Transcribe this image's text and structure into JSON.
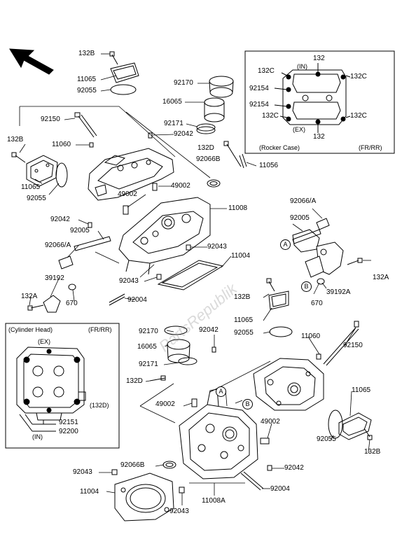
{
  "labels": {
    "l_132B_top": "132B",
    "l_11065_top": "11065",
    "l_92055_top": "92055",
    "l_92170_top": "92170",
    "l_16065_top": "16065",
    "l_92171_top": "92171",
    "l_92042_top": "92042",
    "l_92150_top": "92150",
    "l_132B_left": "132B",
    "l_11060_top": "11060",
    "l_11065_left": "11065",
    "l_92055_left": "92055",
    "l_132D_top": "132D",
    "l_92066B_top": "92066B",
    "l_11056": "11056",
    "l_49002_a": "49002",
    "l_49002_b": "49002",
    "l_11008": "11008",
    "l_92042_mid": "92042",
    "l_92005_left": "92005",
    "l_92066A_left": "92066/A",
    "l_92043_mid": "92043",
    "l_11004_mid": "11004",
    "l_39192": "39192",
    "l_132A_left": "132A",
    "l_670_left": "670",
    "l_92043_low": "92043",
    "l_92004_mid": "92004",
    "l_92066A_right": "92066/A",
    "l_92005_right": "92005",
    "l_132A_right": "132A",
    "l_39192A": "39192A",
    "l_670_right": "670",
    "l_132B_right": "132B",
    "l_11065_right": "11065",
    "l_92055_right": "92055",
    "l_11060_right": "11060",
    "l_92150_right": "92150",
    "l_92170_low": "92170",
    "l_92042_low": "92042",
    "l_16065_low": "16065",
    "l_92171_low": "92171",
    "l_132D_low": "132D",
    "l_49002_low": "49002",
    "l_49002_right": "49002",
    "l_11065_rlow": "11065",
    "l_92055_rlow": "92055",
    "l_132B_rlow": "132B",
    "l_92043_bl": "92043",
    "l_92066B_low": "92066B",
    "l_92042_br": "92042",
    "l_11004_low": "11004",
    "l_92004_low": "92004",
    "l_11008A": "11008A",
    "l_92043_bot": "92043"
  },
  "rocker_inset": {
    "title": "(Rocker Case)",
    "variant": "(FR/RR)",
    "in_label": "(IN)",
    "ex_label": "(EX)",
    "l_132_top": "132",
    "l_132C_tl": "132C",
    "l_132C_tr": "132C",
    "l_92154_a": "92154",
    "l_92154_b": "92154",
    "l_132C_bl": "132C",
    "l_132C_br": "132C",
    "l_132_bot": "132"
  },
  "head_inset": {
    "title": "(Cylinder Head)",
    "variant": "(FR/RR)",
    "ex_label": "(EX)",
    "in_label": "(IN)",
    "l_132D": "(132D)",
    "l_92151": "92151",
    "l_92200": "92200"
  },
  "markers": {
    "a": "A",
    "b": "B"
  },
  "watermark": "PartsRepublik"
}
